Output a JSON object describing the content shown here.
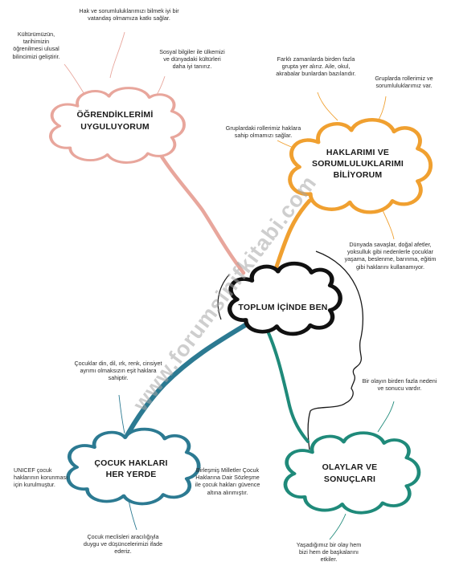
{
  "center": {
    "title": "TOPLUM İÇİNDE BEN"
  },
  "branches": {
    "ogrendiklerimi": {
      "title_lines": [
        "ÖĞRENDİKLERİMİ",
        "UYGULUYORUM"
      ],
      "color": "#e8a69c",
      "notes": [
        "Hak ve sorumluluklarımızı bilmek iyi bir vatandaş olmamıza katkı sağlar.",
        "Kültürümüzün, tarihimizin öğrenilmesi ulusal bilincimizi geliştirir.",
        "Sosyal bilgiler ile ülkemizi ve dünyadaki kültürleri daha iyi tanırız."
      ]
    },
    "haklarimi": {
      "title_lines": [
        "HAKLARIMI VE",
        "SORUMLULUKLARIMI",
        "BİLİYORUM"
      ],
      "color": "#f0a030",
      "notes": [
        "Farklı zamanlarda birden fazla grupta yer alırız. Aile, okul, akrabalar bunlardan bazılarıdır.",
        "Gruplarda rollerimiz ve sorumluluklarımız var.",
        "Gruplardaki rollerimiz haklara sahip olmamızı sağlar.",
        "Dünyada savaşlar, doğal afetler, yoksulluk gibi nedenlerle çocuklar yaşama, beslenme, barınma, eğitim gibi haklarını kullanamıyor."
      ]
    },
    "cocuk": {
      "title_lines": [
        "ÇOCUK HAKLARI",
        "HER YERDE"
      ],
      "color": "#2c7a92",
      "notes": [
        "Çocuklar din, dil, ırk, renk, cinsiyet ayrımı olmaksızın eşit haklara sahiptir.",
        "UNICEF çocuk haklarının korunması için kurulmuştur.",
        "Birleşmiş Milletler Çocuk Haklarına Dair Sözleşme ile çocuk hakları güvence altına alınmıştır.",
        "Çocuk meclisleri aracılığıyla duygu ve düşüncelerimizi ifade ederiz."
      ]
    },
    "olaylar": {
      "title_lines": [
        "OLAYLAR VE",
        "SONUÇLARI"
      ],
      "color": "#1f8a7a",
      "notes": [
        "Bir olayın birden fazla nedeni ve sonucu vardır.",
        "Yaşadığımız bir olay hem bizi hem de başkalarını etkiler."
      ]
    }
  },
  "watermark": "www.forumsinifkitabi.com"
}
